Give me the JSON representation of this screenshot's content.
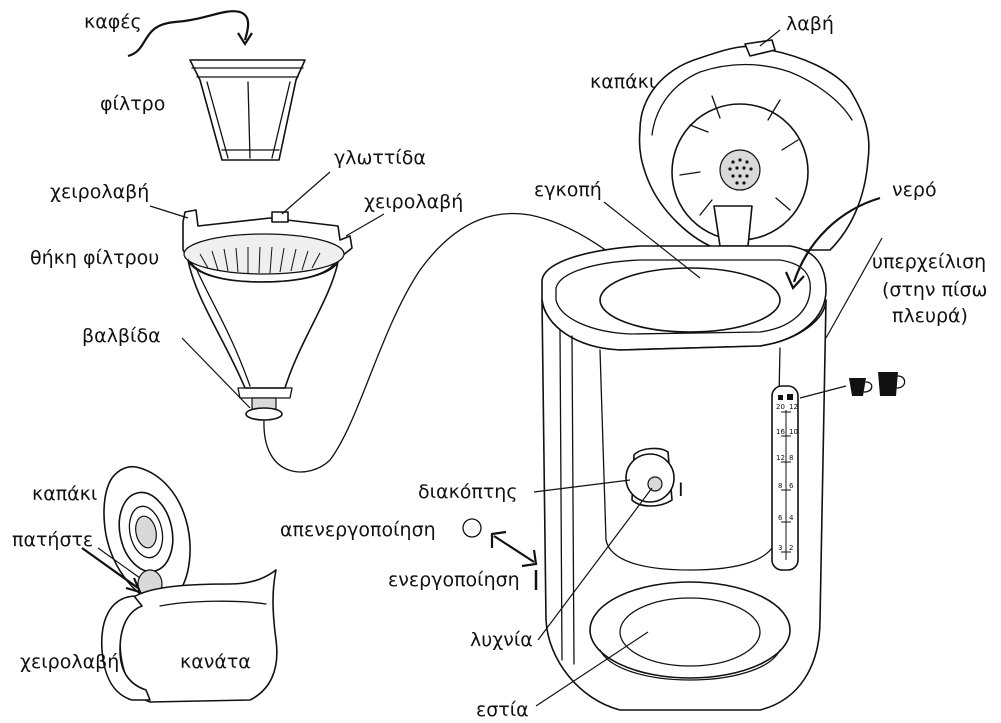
{
  "labels": {
    "coffee": "καφές",
    "filter": "φίλτρο",
    "tab": "γλωττίδα",
    "filter_handle_left": "χειρολαβή",
    "filter_handle_right": "χειρολαβή",
    "filter_holder": "θήκη φίλτρου",
    "valve": "βαλβίδα",
    "handle_top": "λαβή",
    "lid_top": "καπάκι",
    "notch": "εγκοπή",
    "water": "νερό",
    "overflow_l1": "υπερχείλιση",
    "overflow_l2": "(στην πίσω",
    "overflow_l3": "πλευρά)",
    "switch": "διακόπτης",
    "off": "απενεργοποίηση",
    "on": "ενεργοποίηση",
    "lamp": "λυχνία",
    "hotplate": "εστία",
    "jug_lid": "καπάκι",
    "press": "πατήστε",
    "jug_handle": "χειρολαβή",
    "jug": "κανάτα",
    "switch_mark": "I"
  },
  "scale": {
    "cups_left": [
      "20",
      "16",
      "12",
      "8",
      "6",
      "3"
    ],
    "cups_right": [
      "12",
      "10",
      "8",
      "6",
      "4",
      "2"
    ]
  },
  "icons": [
    "small-cup-icon",
    "large-mug-icon",
    "off-circle-icon",
    "on-bar-icon"
  ]
}
